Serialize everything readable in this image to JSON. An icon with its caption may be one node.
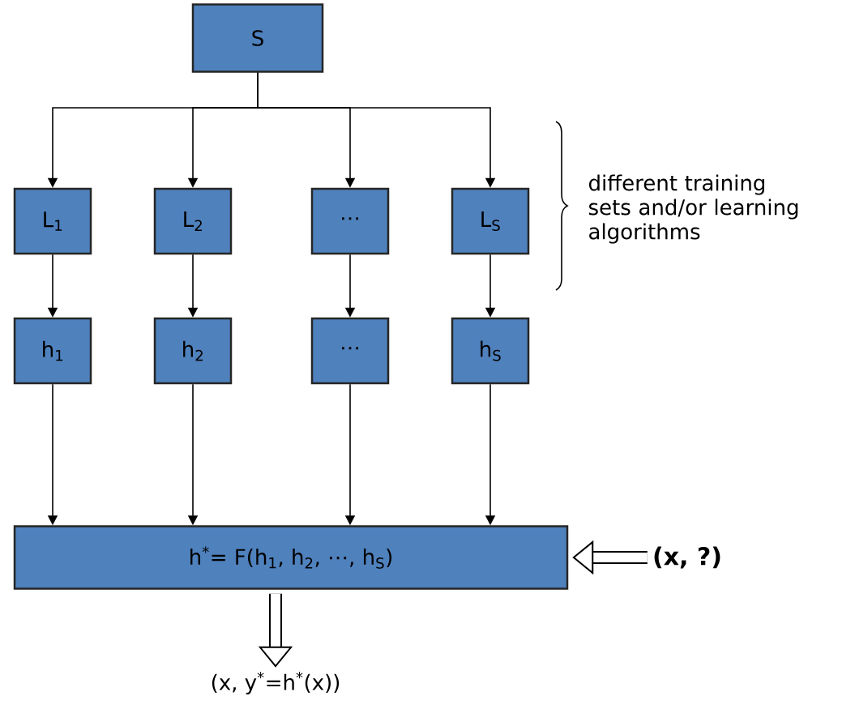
{
  "diagram": {
    "nodes": [
      {
        "text": [
          "S"
        ]
      },
      {
        "text": [
          "L$_{1}$"
        ]
      },
      {
        "text": [
          "L$_{2}$"
        ]
      },
      {
        "text": [
          "⋯"
        ]
      },
      {
        "text": [
          "L$_{S}$"
        ]
      },
      {
        "text": [
          "h$_{1}$"
        ]
      },
      {
        "text": [
          "h$_{2}$"
        ]
      },
      {
        "text": [
          "⋯"
        ]
      },
      {
        "text": [
          "h$_{S}$"
        ]
      },
      {
        "text": [
          "h$^{*}$= F(h$_{1}$, h$_{2}$, ⋯, h$_{S}$)"
        ]
      },
      {
        "text": [
          "(x, ?)"
        ]
      },
      {
        "text": [
          "(x, y$^{*}$=h$^{*}$(x))"
        ]
      }
    ],
    "edges": [
      {
        "from": 0,
        "to": 1,
        "arrow": "to"
      },
      {
        "from": 0,
        "to": 2,
        "arrow": "to"
      },
      {
        "from": 0,
        "to": 3,
        "arrow": "to"
      },
      {
        "from": 0,
        "to": 4,
        "arrow": "to"
      },
      {
        "from": 1,
        "to": 5,
        "arrow": "to"
      },
      {
        "from": 2,
        "to": 6,
        "arrow": "to"
      },
      {
        "from": 3,
        "to": 7,
        "arrow": "to"
      },
      {
        "from": 4,
        "to": 8,
        "arrow": "to"
      },
      {
        "from": 5,
        "to": 9,
        "arrow": "to"
      },
      {
        "from": 6,
        "to": 9,
        "arrow": "to"
      },
      {
        "from": 7,
        "to": 9,
        "arrow": "to"
      },
      {
        "from": 8,
        "to": 9,
        "arrow": "to"
      },
      {
        "from": 10,
        "to": 9,
        "arrow": "to",
        "style": "thick"
      },
      {
        "from": 9,
        "to": 11,
        "arrow": "to",
        "style": "thick"
      }
    ],
    "labels": [
      "different training sets and/or learning algorithms"
    ]
  }
}
